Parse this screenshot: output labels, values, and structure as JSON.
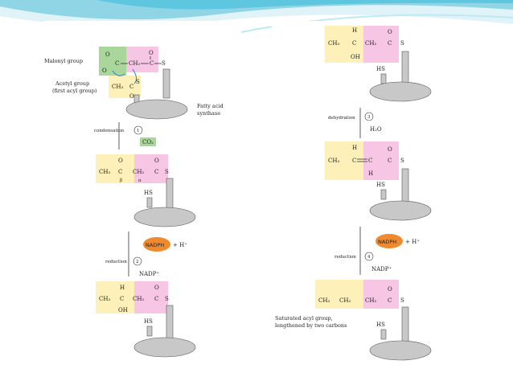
{
  "colors": {
    "slide_bg": "#ffffff",
    "banner_teal": "#5fc6df",
    "banner_light": "#bfe9f3",
    "yellow_box": "#fdf0b8",
    "pink_box": "#f7c6e4",
    "green_box": "#a9d69a",
    "nadph_orange": "#f08a2e",
    "enzyme_gray": "#c8c8c8"
  },
  "left": {
    "malonyl_label": "Malonyl group",
    "acetyl_label_1": "Acetyl group",
    "acetyl_label_2": "(first acyl group)",
    "fas_label_1": "Fatty acid",
    "fas_label_2": "synthase",
    "step1_label": "condensation",
    "step1_num": "1",
    "co2": "CO₂",
    "ch2": "CH₂",
    "ch3": "CH₃",
    "c": "C",
    "o": "O",
    "s": "S",
    "hs": "HS",
    "beta": "β",
    "alpha": "α",
    "h": "H",
    "oh": "OH",
    "nadph": "NADPH",
    "plus_h": "+ H⁺",
    "step2_label": "reduction",
    "step2_num": "2",
    "nadp": "NADP⁺"
  },
  "right": {
    "step3_label": "dehydration",
    "step3_num": "3",
    "h2o": "H₂O",
    "step4_label": "reduction",
    "step4_num": "4",
    "nadph": "NADPH",
    "plus_h": "+ H⁺",
    "nadp": "NADP⁺",
    "product_label_1": "Saturated acyl group,",
    "product_label_2": "lengthened by two carbons",
    "ch3": "CH₃",
    "ch2": "CH₂",
    "c": "C",
    "o": "O",
    "s": "S",
    "hs": "HS",
    "h": "H",
    "oh": "OH"
  }
}
